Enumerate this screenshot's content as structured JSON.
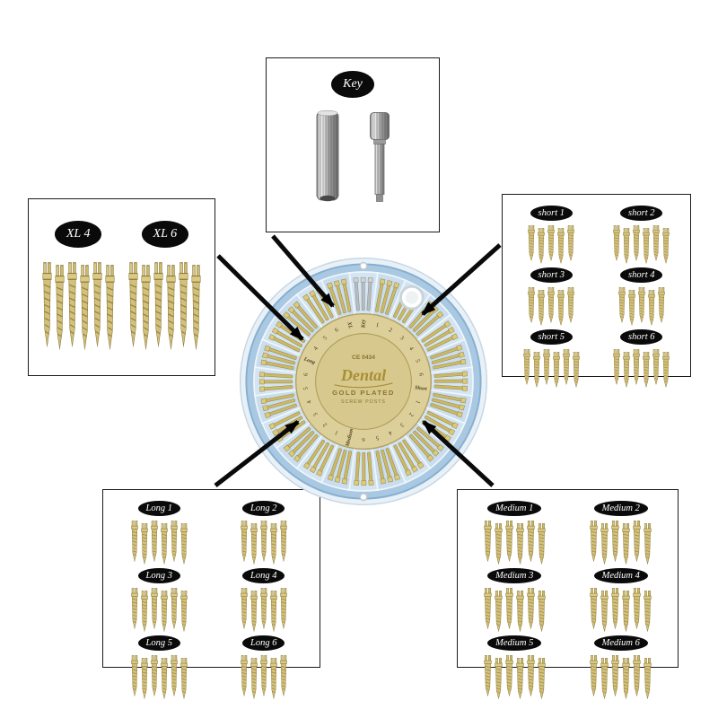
{
  "wheel": {
    "brand": "Dental",
    "subtitle1": "GOLD PLATED",
    "subtitle2": "SCREW POSTS",
    "ce_mark": "CE 0434",
    "ring_sequence": [
      "Key",
      "1",
      "2",
      "3",
      "4",
      "5",
      "6",
      "Short",
      "1",
      "2",
      "3",
      "4",
      "5",
      "6",
      "Medium",
      "1",
      "2",
      "3",
      "4",
      "5",
      "6",
      "Long",
      "4",
      "5",
      "6",
      "XL"
    ],
    "segments": 24,
    "screws_per_segment": 3
  },
  "colors": {
    "gold": "#cdb964",
    "gold_dark": "#91803e",
    "wheel_blue": "#a9c8e2",
    "disc_tan": "#d7c88d",
    "label_bg": "#0a0a0a",
    "label_text": "#ffffff"
  },
  "callouts": {
    "key": {
      "label": "Key"
    },
    "xl": {
      "groups": [
        {
          "label": "XL 4",
          "count": 6
        },
        {
          "label": "XL 6",
          "count": 6
        }
      ]
    },
    "short": {
      "groups": [
        {
          "label": "short 1",
          "count": 5
        },
        {
          "label": "short 2",
          "count": 6
        },
        {
          "label": "short 3",
          "count": 5
        },
        {
          "label": "short 4",
          "count": 5
        },
        {
          "label": "short 5",
          "count": 6
        },
        {
          "label": "short 6",
          "count": 6
        }
      ]
    },
    "long": {
      "groups": [
        {
          "label": "Long 1",
          "count": 6
        },
        {
          "label": "Long 2",
          "count": 5
        },
        {
          "label": "Long 3",
          "count": 6
        },
        {
          "label": "Long 4",
          "count": 5
        },
        {
          "label": "Long 5",
          "count": 6
        },
        {
          "label": "Long 6",
          "count": 5
        }
      ]
    },
    "medium": {
      "groups": [
        {
          "label": "Medium 1",
          "count": 6
        },
        {
          "label": "Medium 2",
          "count": 6
        },
        {
          "label": "Medium 3",
          "count": 6
        },
        {
          "label": "Medium 4",
          "count": 6
        },
        {
          "label": "Medium 5",
          "count": 6
        },
        {
          "label": "Medium 6",
          "count": 6
        }
      ]
    }
  }
}
